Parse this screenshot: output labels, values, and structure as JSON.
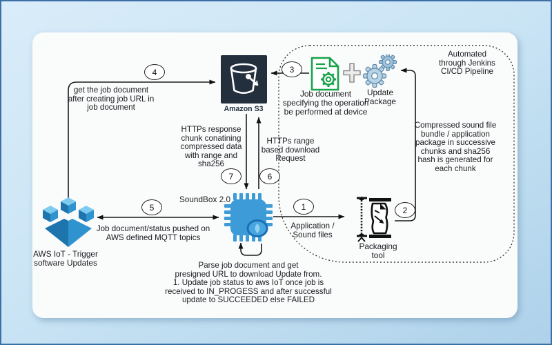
{
  "colors": {
    "frame_border": "#3c6ea7",
    "page_bg": "#cbe5f5",
    "canvas_bg": "#fafbfb",
    "s3_square": "#242f3e",
    "iot_blue": "#2e8fc9",
    "chip_blue": "#3d9bd8",
    "doc_green": "#18a24a",
    "gear_steel_blue": "#b7d3e6",
    "line_color": "#1a1a1a"
  },
  "nodes": {
    "amazon_s3": {
      "label": "Amazon S3"
    },
    "aws_iot": {
      "label": "AWS IoT  - Trigger\nsoftware Updates"
    },
    "soundbox": {
      "label": "SoundBox 2.0"
    },
    "packaging_tool": {
      "label": "Packaging\ntool"
    },
    "update_package": {
      "label": "Update\nPackage"
    },
    "job_document": {
      "label": "Job document\nspecifying the operation\nbe performed at device"
    }
  },
  "steps": {
    "s1": "1",
    "s2": "2",
    "s3": "3",
    "s4": "4",
    "s5": "5",
    "s6": "6",
    "s7": "7"
  },
  "annotations": {
    "jenkins": "Automated\nthrough Jenkins\nCI/CD Pipeline",
    "get_job_document": "get  the job document\nafter creating job URL in\njob document",
    "https_response": "HTTPs response\nchunk conatining\ncompressed data\nwith range and\nsha256",
    "https_range": "HTTPs range\nbased download\nRequest",
    "mqtt": "Job document/status pushed on\nAWS defined MQTT topics",
    "application_sound": "Application /\nSound files",
    "compressed_chunks": "Compressed sound file\nbundle / application\npackage in successive\nchunks and sha256\nhash is generated for\neach chunk",
    "parse_job": "Parse job document and get\npresigned URL to download Update from.\n1. Update job status to aws IoT once job is\nreceived to IN_PROGESS and after successful\nupdate to SUCCEEDED else FAILED"
  }
}
